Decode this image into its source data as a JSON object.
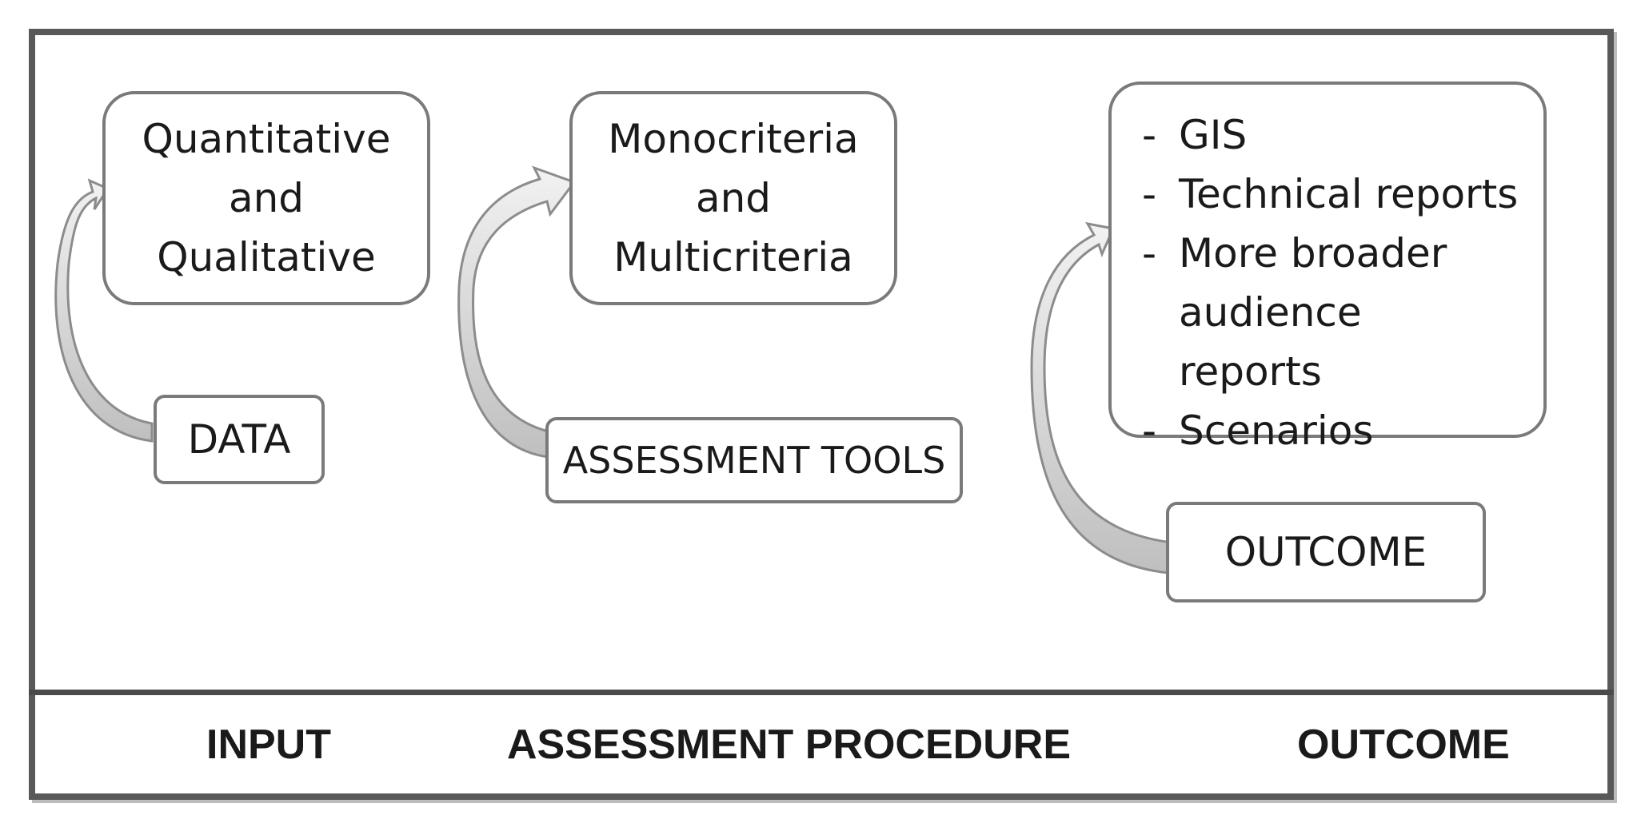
{
  "input": {
    "detail_lines": [
      "Quantitative",
      "and",
      "Qualitative"
    ],
    "tag": "DATA"
  },
  "procedure": {
    "detail_lines": [
      "Monocriteria",
      "and",
      "Multicriteria"
    ],
    "tag": "ASSESSMENT TOOLS"
  },
  "outcome": {
    "items": [
      "GIS",
      "Technical reports",
      "More broader audience reports",
      "Scenarios"
    ],
    "tag": "OUTCOME"
  },
  "footer": {
    "input": "INPUT",
    "procedure": "ASSESSMENT PROCEDURE",
    "outcome": "OUTCOME"
  }
}
